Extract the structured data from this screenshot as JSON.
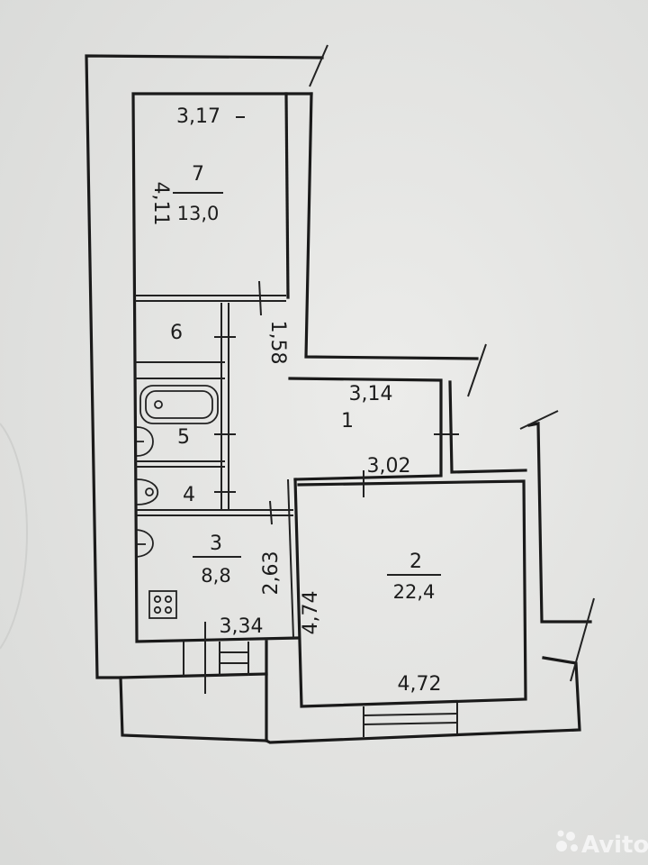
{
  "rooms": [
    {
      "number": "7",
      "area": "13,0"
    },
    {
      "number": "6"
    },
    {
      "number": "5"
    },
    {
      "number": "4"
    },
    {
      "number": "3",
      "area": "8,8"
    },
    {
      "number": "1"
    },
    {
      "number": "2",
      "area": "22,4"
    }
  ],
  "dimensions": {
    "room7_width": "3,17",
    "room7_length": "4,11",
    "corridor_length": "1,58",
    "hall_width": "3,14",
    "hall_bottom": "3,02",
    "kitchen_width": "3,34",
    "kitchen_length": "2,63",
    "room2_length": "4,74",
    "room2_width": "4,72"
  },
  "watermark": {
    "brand": "Avito"
  }
}
